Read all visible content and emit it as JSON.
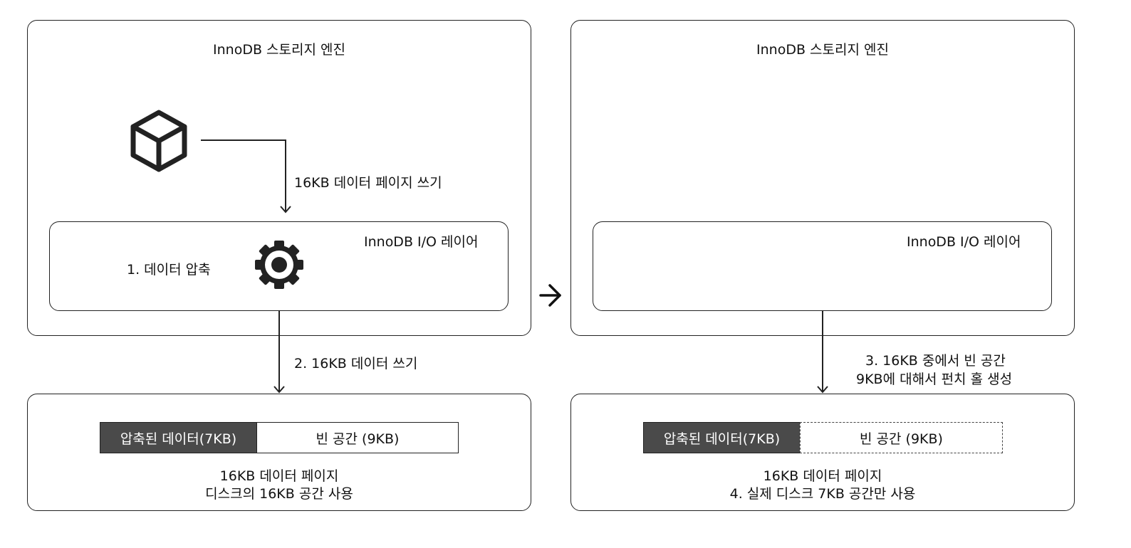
{
  "left": {
    "engine_title": "InnoDB 스토리지 엔진",
    "io_layer_title": "InnoDB I/O 레이어",
    "write_label": "16KB 데이터 페이지 쓰기",
    "compress_label": "1. 데이터 압축",
    "disk_write_label": "2. 16KB 데이터 쓰기",
    "compressed_bar": "압축된 데이터(7KB)",
    "empty_bar": "빈 공간 (9KB)",
    "page_caption_line1": "16KB 데이터 페이지",
    "page_caption_line2": "디스크의 16KB 공간 사용"
  },
  "right": {
    "engine_title": "InnoDB 스토리지 엔진",
    "io_layer_title": "InnoDB I/O 레이어",
    "punch_label_line1": "3. 16KB 중에서 빈 공간",
    "punch_label_line2": "9KB에 대해서 펀치 홀 생성",
    "compressed_bar": "압축된 데이터(7KB)",
    "empty_bar": "빈 공간 (9KB)",
    "page_caption_line1": "16KB 데이터 페이지",
    "page_caption_line2": "4. 실제 디스크 7KB 공간만 사용"
  },
  "icons": [
    "cube-icon",
    "gear-icon",
    "arrow-right-icon"
  ]
}
